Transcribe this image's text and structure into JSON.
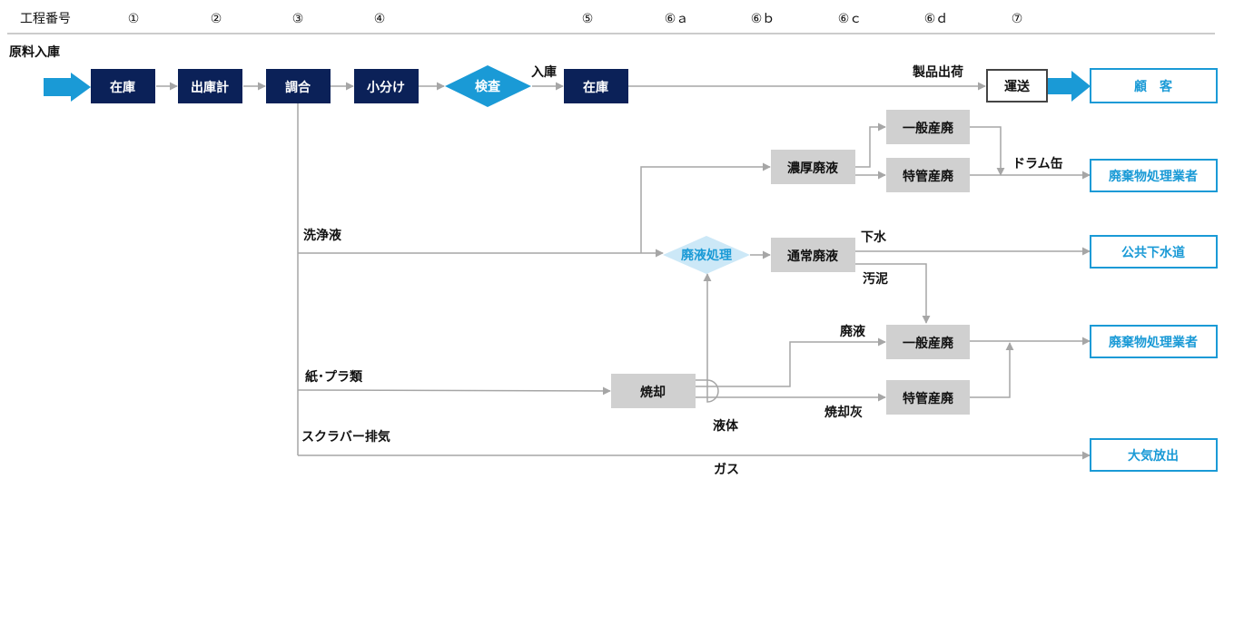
{
  "header": {
    "label": "工程番号",
    "steps": [
      "①",
      "②",
      "③",
      "④",
      "⑤",
      "⑥ａ",
      "⑥ｂ",
      "⑥ｃ",
      "⑥ｄ",
      "⑦"
    ]
  },
  "nodes": {
    "inventory1": "在庫",
    "shipping_meter": "出庫計",
    "blending": "調合",
    "subdivision": "小分け",
    "inspection": "検査",
    "inventory2": "在庫",
    "transport": "運送",
    "customer": "顧　客",
    "general_waste_top": "一般産廃",
    "thick_waste_liquid": "濃厚廃液",
    "special_waste_top": "特管産廃",
    "waste_vendor_top": "廃棄物処理業者",
    "waste_liquid_treatment": "廃液処理",
    "normal_waste_liquid": "通常廃液",
    "public_sewer": "公共下水道",
    "general_waste_bottom": "一般産廃",
    "waste_vendor_bottom": "廃棄物処理業者",
    "incineration": "焼却",
    "special_waste_bottom": "特管産廃",
    "atmospheric_release": "大気放出"
  },
  "labels": {
    "raw_material_receipt": "原料入庫",
    "receipt": "入庫",
    "product_shipment": "製品出荷",
    "drum_can": "ドラム缶",
    "cleaning_liquid": "洗浄液",
    "sewage": "下水",
    "sludge": "汚泥",
    "waste_liquid": "廃液",
    "paper_plastics": "紙･プラ類",
    "incineration_ash": "焼却灰",
    "liquid": "液体",
    "scrubber_exhaust": "スクラバー排気",
    "gas": "ガス"
  },
  "colors": {
    "navy": "#0b2158",
    "blue": "#1a9ad6",
    "light_blue": "#cce8f7",
    "gray_box": "#d0d0d0",
    "line": "#a6a6a6",
    "outline_dark": "#444444"
  }
}
